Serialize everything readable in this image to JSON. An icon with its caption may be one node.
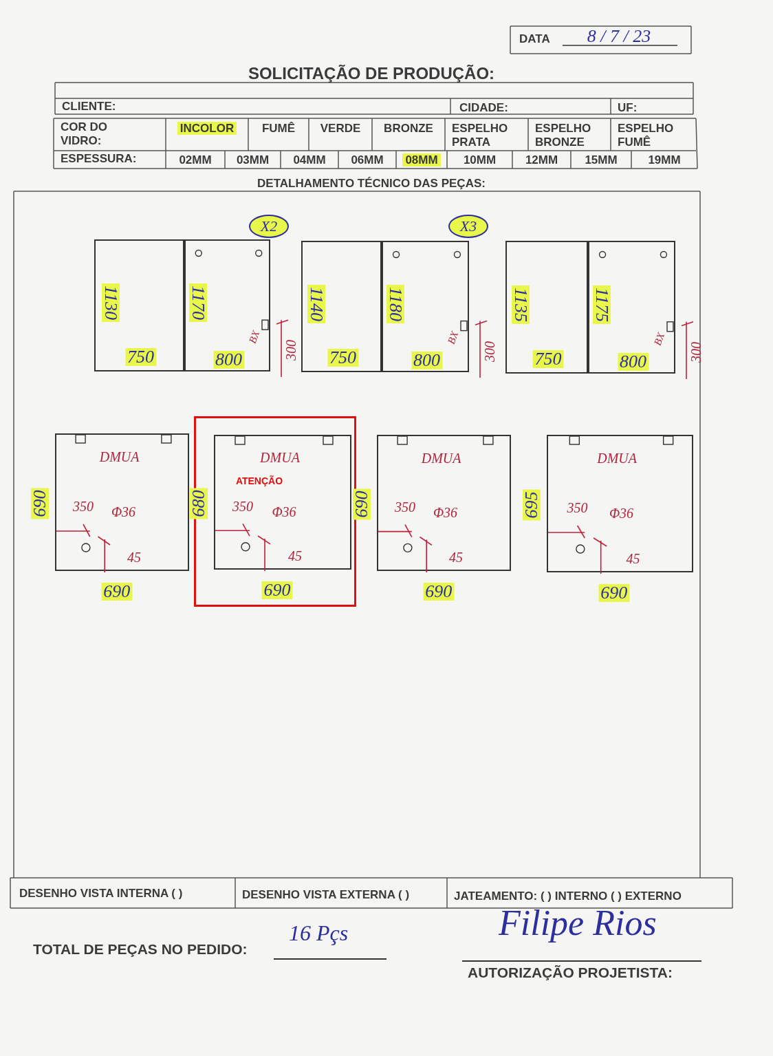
{
  "diagram": {
    "title": "SOLICITAÇÃO DE PRODUÇÃO:",
    "nodes": [
      {
        "text": [
          "1130",
          "750"
        ]
      },
      {
        "text": [
          "1170",
          "800",
          "BX"
        ],
        "beside": [
          "300"
        ]
      },
      {
        "text": [
          "1140",
          "750"
        ]
      },
      {
        "text": [
          "1180",
          "800",
          "BX"
        ],
        "beside": [
          "300"
        ]
      },
      {
        "text": [
          "1135",
          "750"
        ]
      },
      {
        "text": [
          "1175",
          "800",
          "BX"
        ],
        "beside": [
          "300"
        ]
      },
      {
        "text": [
          "DMUA",
          "350",
          "Φ36",
          "45"
        ],
        "beside": [
          "690",
          "690"
        ]
      },
      {
        "text": [],
        "shape": "box"
      },
      {
        "text": [
          "DMUA",
          "ATENÇÃO",
          "350",
          "Φ36",
          "45"
        ],
        "beside": [
          "680",
          "690"
        ],
        "in": 7
      },
      {
        "text": [
          "DMUA",
          "350",
          "Φ36",
          "45"
        ],
        "beside": [
          "690",
          "690"
        ]
      },
      {
        "text": [
          "DMUA",
          "350",
          "Φ36",
          "45"
        ],
        "beside": [
          "695",
          "690"
        ]
      }
    ],
    "labels": [
      "DATA",
      "8 / 7 / 23",
      "CLIENTE:",
      "CIDADE:",
      "UF:",
      "COR DO VIDRO:",
      "INCOLOR",
      "FUMÊ",
      "VERDE",
      "BRONZE",
      "ESPELHO PRATA",
      "ESPELHO BRONZE",
      "ESPELHO FUMÊ",
      "ESPESSURA:",
      "02MM",
      "03MM",
      "04MM",
      "06MM",
      "08MM",
      "10MM",
      "12MM",
      "15MM",
      "19MM",
      "DETALHAMENTO TÉCNICO DAS PEÇAS:",
      "X2",
      "X3",
      "DESENHO VISTA INTERNA ( )",
      "DESENHO VISTA EXTERNA ( )",
      "JATEAMENTO: ( ) INTERNO ( ) EXTERNO",
      "TOTAL DE PEÇAS NO PEDIDO:",
      "16 Pçs",
      "Filipe Rios",
      "AUTORIZAÇÃO PROJETISTA:"
    ]
  }
}
